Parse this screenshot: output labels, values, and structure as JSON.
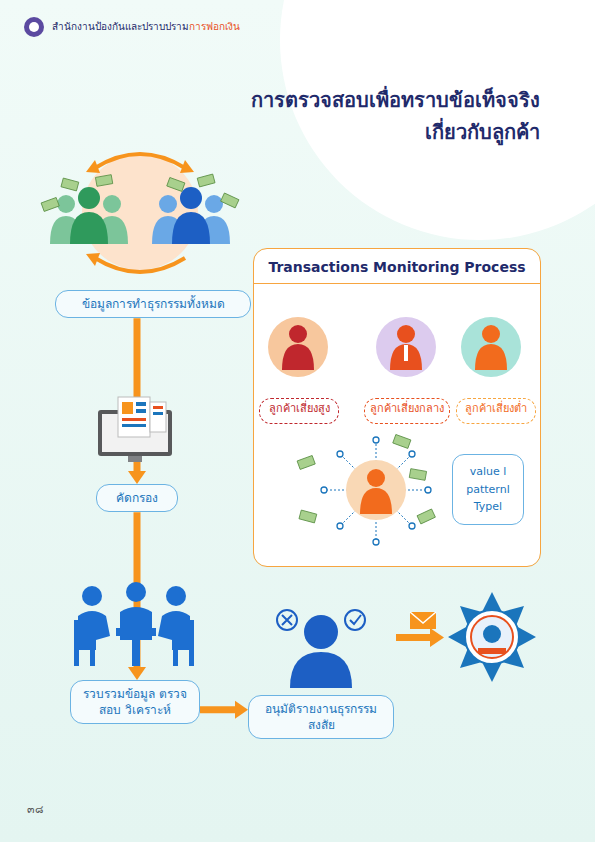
{
  "diagram": {
    "title": "การตรวจสอบเพื่อทราบข้อเท็จจริง เกี่ยวกับลูกค้า",
    "nodes": [
      {
        "text": [
          "ข้อมูลการทำธุรกรรมทั้งหมด"
        ]
      },
      {
        "text": [
          "คัดกรอง"
        ]
      },
      {
        "text": [
          "Transactions Monitoring Process"
        ]
      },
      {
        "text": [
          "ลูกค้าเสี่ยงสูง"
        ],
        "in": 2
      },
      {
        "text": [
          "ลูกค้าเสี่ยงกลาง"
        ],
        "in": 2
      },
      {
        "text": [
          "ลูกค้าเสี่ยงต่ำ"
        ],
        "in": 2
      },
      {
        "text": [
          "value l patternl Typel"
        ],
        "in": 2
      },
      {
        "text": [
          "รวบรวมข้อมูล ตรวจสอบ วิเคราะห์"
        ]
      },
      {
        "text": [
          "อนุมัติรายงานธุรกรรม สงสัย"
        ]
      }
    ],
    "edges": [
      {
        "from": 0,
        "to": 1,
        "arrow": "to"
      },
      {
        "from": 1,
        "to": 7,
        "arrow": "to"
      },
      {
        "from": 7,
        "to": 8,
        "arrow": "to"
      }
    ],
    "labels": [
      "สำนักงานป้องกันและปราบปราม",
      "การฟอกเงิน",
      "๓๘"
    ]
  }
}
